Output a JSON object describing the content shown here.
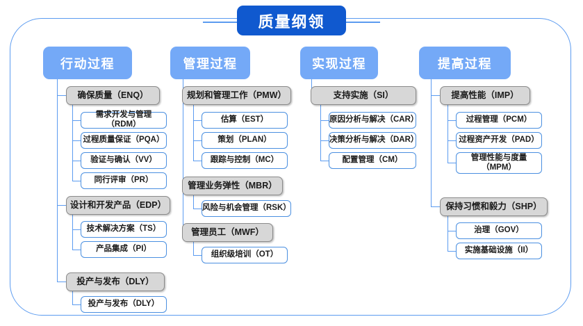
{
  "diagram": {
    "root": {
      "label": "质量纲领"
    },
    "colors": {
      "root_fill": "#1059cf",
      "header_fill": "#74a9f7",
      "group_fill": "#d7d7d7",
      "group_border": "#8a8a8a",
      "leaf_border": "#4a8fe0",
      "connector": "#5b9bf0",
      "frame_border": "#5b9bf0",
      "background": "#ffffff"
    },
    "columns": [
      {
        "header": "行动过程",
        "groups": [
          {
            "label": "确保质量（ENQ）",
            "items": [
              "需求开发与管理（RDM）",
              "过程质量保证（PQA）",
              "验证与确认（VV）",
              "同行评审（PR）"
            ]
          },
          {
            "label": "设计和开发产品（EDP）",
            "items": [
              "技术解决方案（TS）",
              "产品集成（PI）"
            ]
          },
          {
            "label": "投产与发布（DLY）",
            "items": [
              "投产与发布（DLY）"
            ]
          }
        ]
      },
      {
        "header": "管理过程",
        "groups": [
          {
            "label": "规划和管理工作（PMW）",
            "items": [
              "估算（EST）",
              "策划（PLAN）",
              "跟踪与控制（MC）"
            ]
          },
          {
            "label": "管理业务弹性（MBR）",
            "items": [
              "风险与机会管理（RSK）"
            ]
          },
          {
            "label": "管理员工（MWF）",
            "items": [
              "组织级培训（OT）"
            ]
          }
        ]
      },
      {
        "header": "实现过程",
        "groups": [
          {
            "label": "支持实施（SI）",
            "items": [
              "原因分析与解决（CAR）",
              "决策分析与解决（DAR）",
              "配置管理（CM）"
            ]
          }
        ]
      },
      {
        "header": "提高过程",
        "groups": [
          {
            "label": "提高性能（IMP）",
            "items": [
              "过程管理（PCM）",
              "过程资产开发（PAD）",
              "管理性能与度量\n（MPM）"
            ]
          },
          {
            "label": "保持习惯和毅力（SHP）",
            "items": [
              "治理（GOV）",
              "实施基础设施（II）"
            ]
          }
        ]
      }
    ]
  }
}
